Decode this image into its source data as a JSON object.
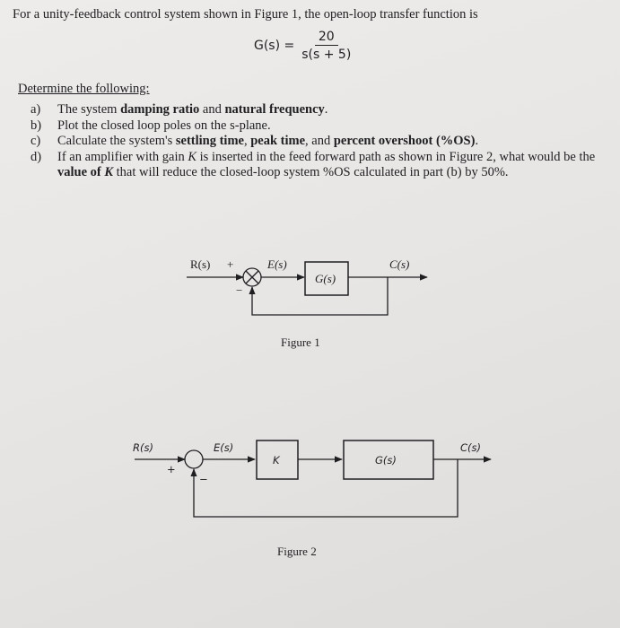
{
  "problem": {
    "intro": "For a unity-feedback control system shown in Figure 1, the open-loop transfer function is",
    "tf_lhs": "G(s) =",
    "tf_num": "20",
    "tf_den": "s(s + 5)",
    "heading": "Determine the following:",
    "items": [
      {
        "label": "a)",
        "pre": "The system ",
        "b1": "damping ratio",
        "mid": " and ",
        "b2": "natural frequency",
        "post": "."
      },
      {
        "label": "b)",
        "text": "Plot the closed loop poles on the s-plane."
      },
      {
        "label": "c)",
        "pre": "Calculate the system's ",
        "b1": "settling time",
        "mid1": ", ",
        "b2": "peak time",
        "mid2": ", and ",
        "b3": "percent overshoot (%OS)",
        "post": "."
      },
      {
        "label": "d)",
        "pre": "If an amplifier with gain ",
        "k": "K",
        "mid": " is inserted in the feed forward path as shown in Figure 2, what would be the ",
        "b1": "value of ",
        "bk": "K",
        "post": " that will reduce the closed-loop system %OS calculated in part (b) by 50%."
      }
    ]
  },
  "figure1": {
    "input": "R(s)",
    "plus": "+",
    "minus": "−",
    "error": "E(s)",
    "block": "G(s)",
    "output": "C(s)",
    "caption": "Figure 1"
  },
  "figure2": {
    "input": "R(s)",
    "plus": "+",
    "minus": "−",
    "error": "E(s)",
    "gain": "K",
    "block": "G(s)",
    "output": "C(s)",
    "caption": "Figure 2"
  }
}
